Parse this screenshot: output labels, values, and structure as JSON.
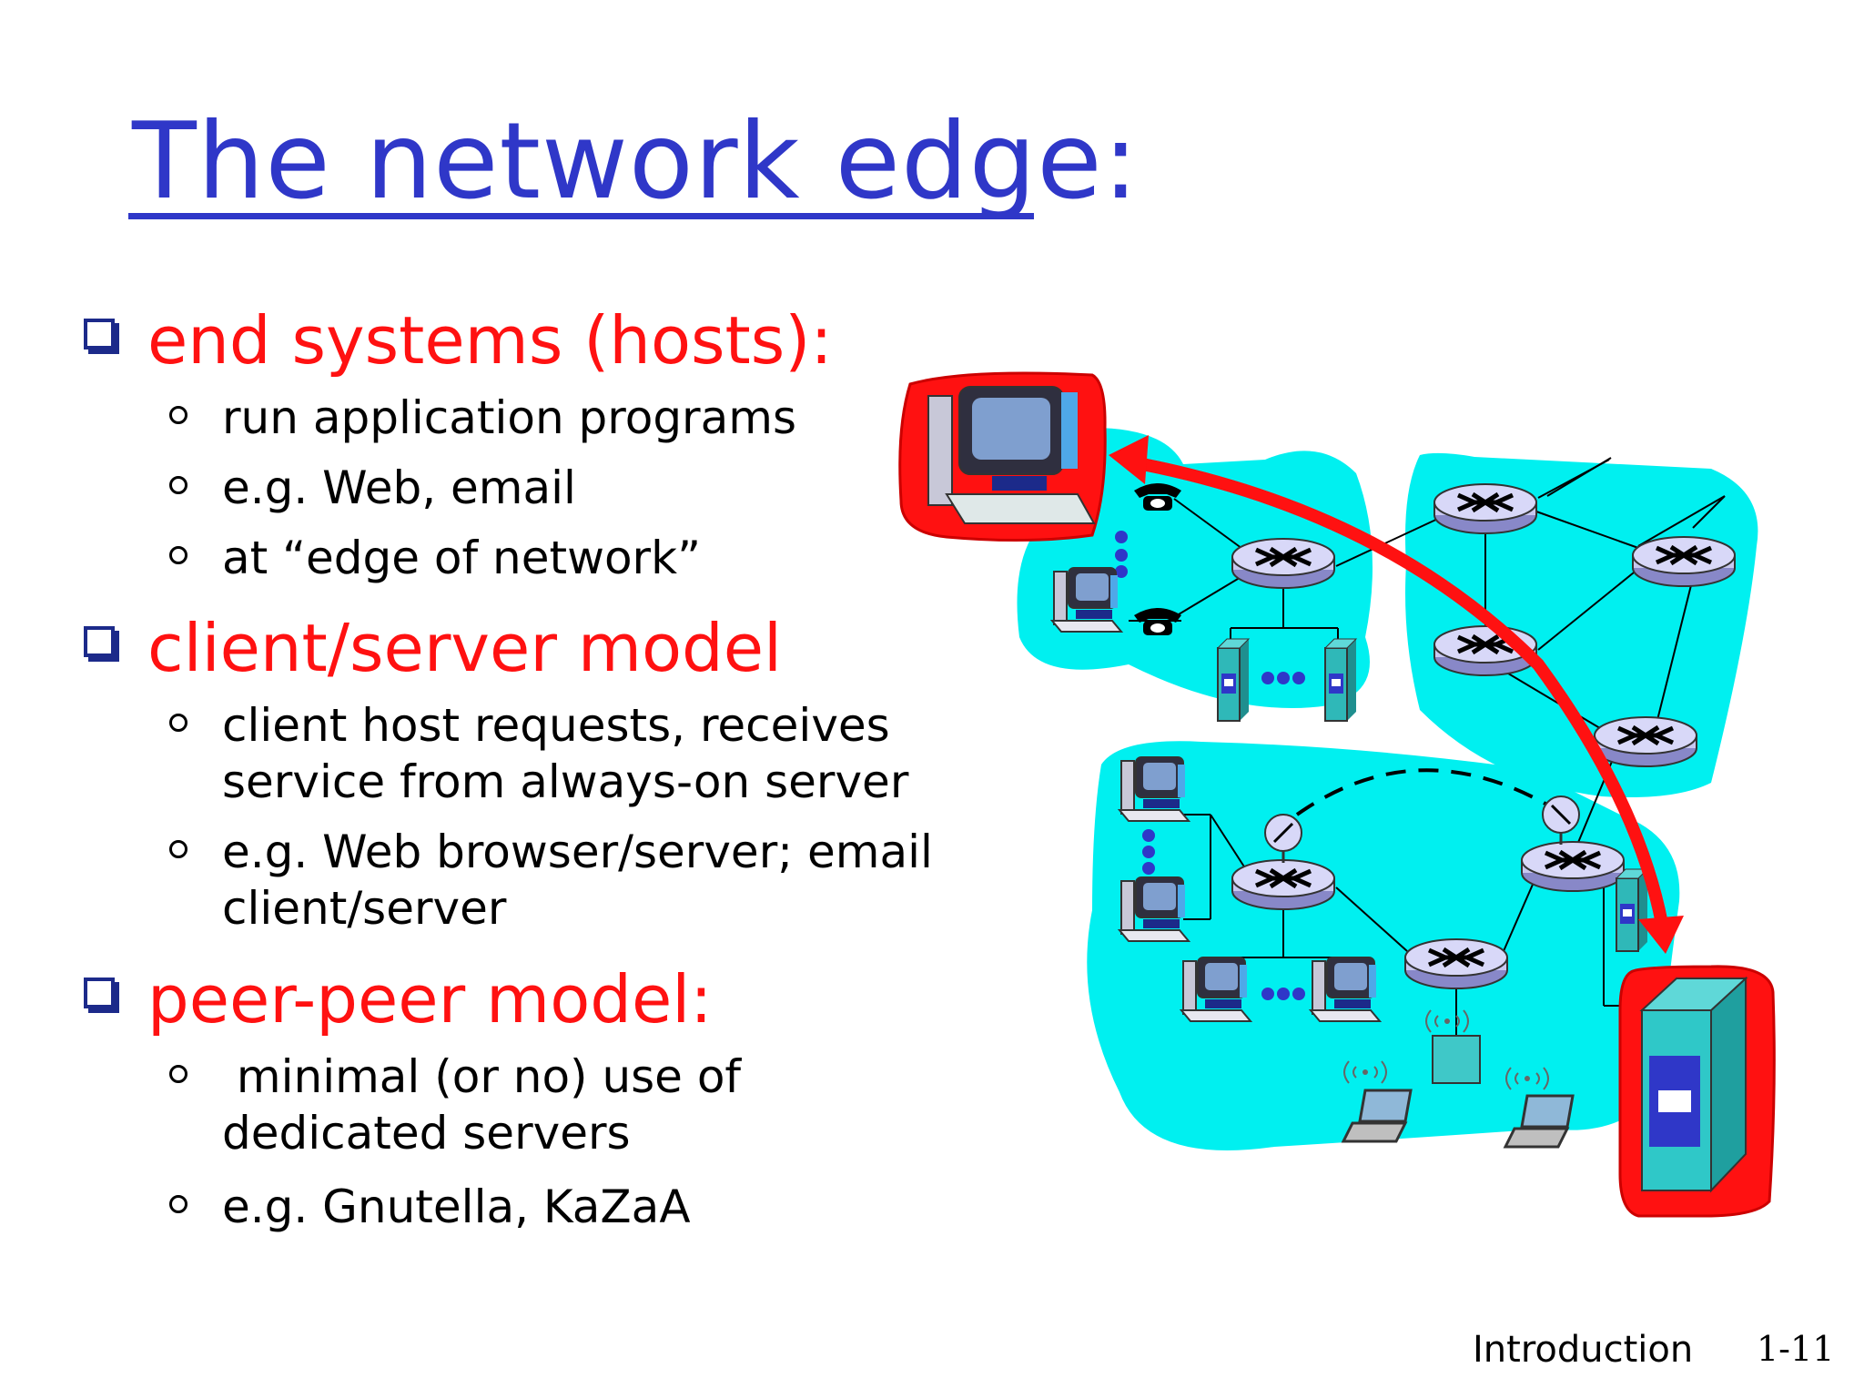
{
  "slide": {
    "title": "The network edge:",
    "sections": [
      {
        "heading": "end systems (hosts):",
        "items": [
          "run application programs",
          "e.g. Web, email",
          "at “edge of network”"
        ]
      },
      {
        "heading": "client/server model",
        "items": [
          "client host requests, receives service from always-on server",
          "e.g. Web browser/server; email client/server"
        ]
      },
      {
        "heading": "peer-peer model:",
        "items": [
          " minimal (or no) use of dedicated servers",
          "e.g. Gnutella, KaZaA"
        ]
      }
    ],
    "footer": {
      "section": "Introduction",
      "page": "1-11"
    }
  },
  "colors": {
    "title": "#2f37c8",
    "heading": "#ff1111",
    "network": "#00f0f0",
    "highlight": "#ff1111",
    "router": "#c8c8f0",
    "server": "#2fb8b8"
  },
  "icons": [
    "checkbox-bullet-icon",
    "circle-bullet-icon",
    "router-icon",
    "desktop-computer-icon",
    "server-icon",
    "telephone-icon",
    "laptop-icon",
    "wireless-icon",
    "satellite-dish-icon",
    "arrow-icon"
  ]
}
